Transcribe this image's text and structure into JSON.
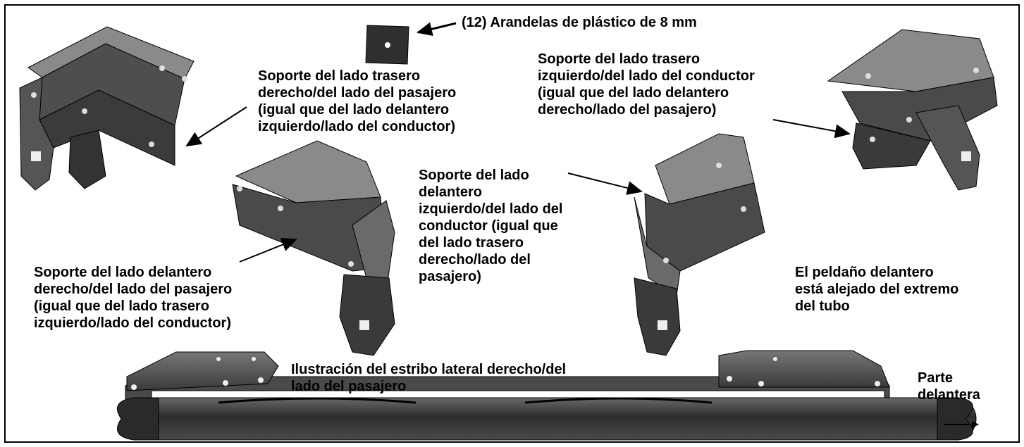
{
  "labels": {
    "washers": "(12) Arandelas de plástico de 8 mm",
    "rear_right_bracket": "Soporte del lado trasero\nderecho/del lado del pasajero\n(igual que del lado delantero\nizquierdo/lado del conductor)",
    "rear_left_bracket": "Soporte del lado trasero\nizquierdo/del lado del conductor\n(igual que del lado delantero\nderecho/lado del pasajero)",
    "front_left_bracket": "Soporte del lado\ndelantero\nizquierdo/del lado del\nconductor (igual que\ndel lado trasero\nderecho/lado del\npasajero)",
    "front_right_bracket": "Soporte del lado delantero\nderecho/del lado del pasajero\n(igual que del lado trasero\nizquierdo/lado del conductor)",
    "front_step_note": "El peldaño delantero\nestá alejado del extremo\ndel tubo",
    "illustration_caption": "Ilustración del estribo lateral derecho/del\nlado del pasajero",
    "front_direction": "Parte\ndelantera"
  },
  "colors": {
    "part_dark": "#3c3c3c",
    "part_mid": "#5a5a5a",
    "part_light": "#7a7a7a",
    "line": "#000000"
  }
}
